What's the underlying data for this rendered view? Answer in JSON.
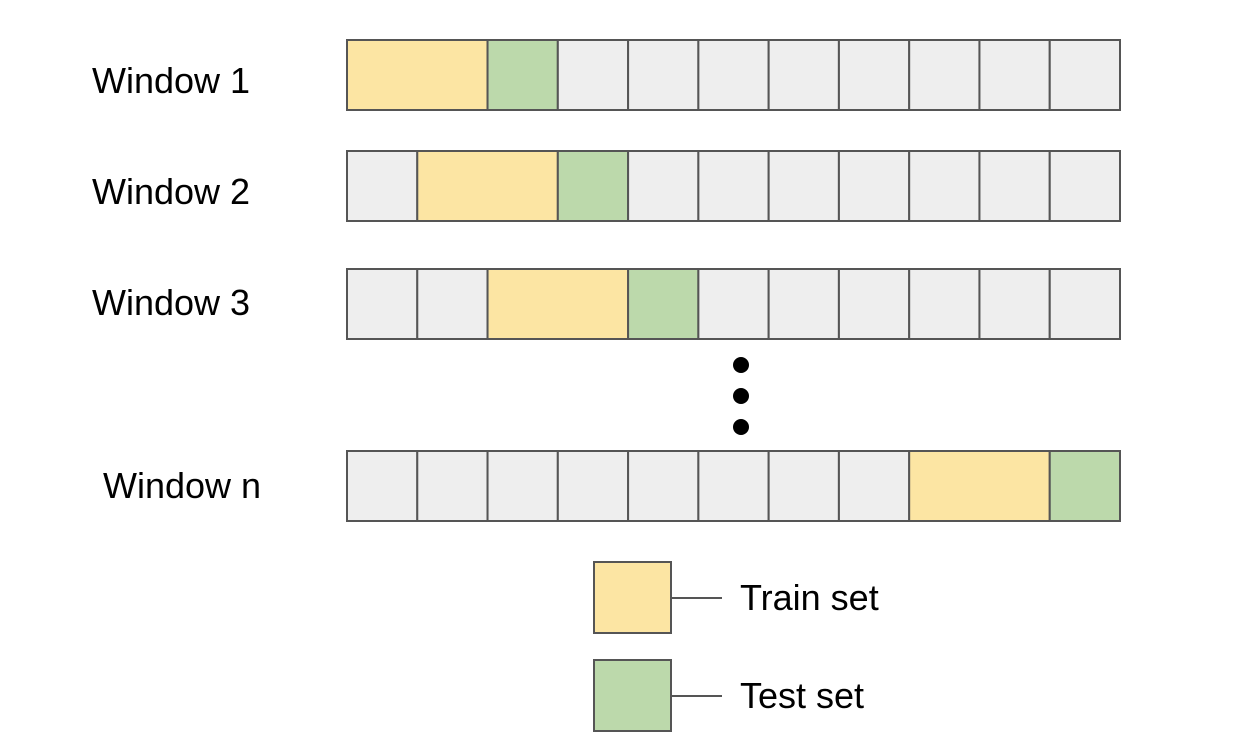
{
  "colors": {
    "train": "#fce5a3",
    "test": "#bcd9ab",
    "empty": "#eeeeee",
    "border": "#555555",
    "dots": "#000000"
  },
  "windows": [
    {
      "label": "Window 1",
      "cells": [
        "train",
        "train",
        "test",
        "empty",
        "empty",
        "empty",
        "empty",
        "empty",
        "empty",
        "empty",
        "empty"
      ]
    },
    {
      "label": "Window 2",
      "cells": [
        "empty",
        "train",
        "train",
        "test",
        "empty",
        "empty",
        "empty",
        "empty",
        "empty",
        "empty",
        "empty"
      ]
    },
    {
      "label": "Window 3",
      "cells": [
        "empty",
        "empty",
        "train",
        "train",
        "test",
        "empty",
        "empty",
        "empty",
        "empty",
        "empty",
        "empty"
      ]
    },
    {
      "label": "Window n",
      "cells": [
        "empty",
        "empty",
        "empty",
        "empty",
        "empty",
        "empty",
        "empty",
        "empty",
        "train",
        "train",
        "test"
      ]
    }
  ],
  "legend": {
    "train_label": "Train set",
    "test_label": "Test set"
  }
}
